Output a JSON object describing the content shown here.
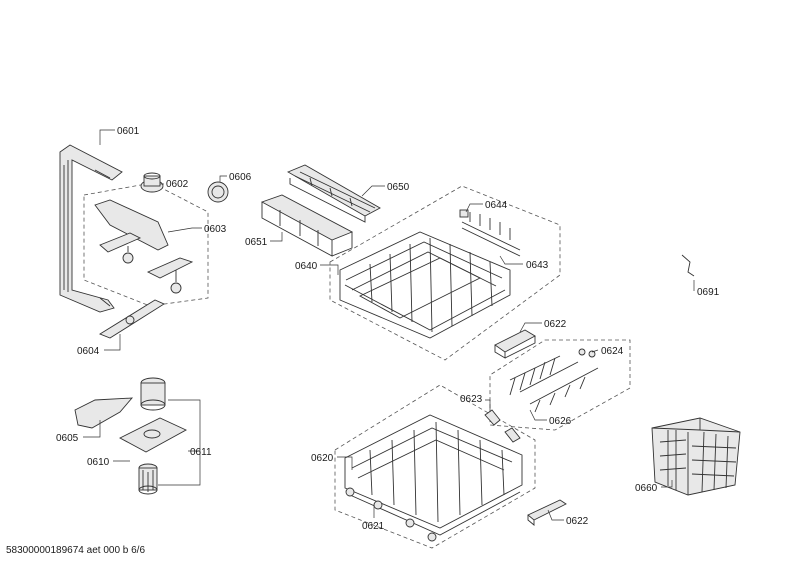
{
  "labels": {
    "p0601": "0601",
    "p0602": "0602",
    "p0603": "0603",
    "p0604": "0604",
    "p0605": "0605",
    "p0606": "0606",
    "p0610": "0610",
    "p0611": "0611",
    "p0620": "0620",
    "p0621": "0621",
    "p0622a": "0622",
    "p0622b": "0622",
    "p0623": "0623",
    "p0624": "0624",
    "p0626": "0626",
    "p0640": "0640",
    "p0643": "0643",
    "p0644": "0644",
    "p0650": "0650",
    "p0651": "0651",
    "p0660": "0660",
    "p0691": "0691"
  },
  "footer": "58300000189674 aet 000 b 6/6"
}
